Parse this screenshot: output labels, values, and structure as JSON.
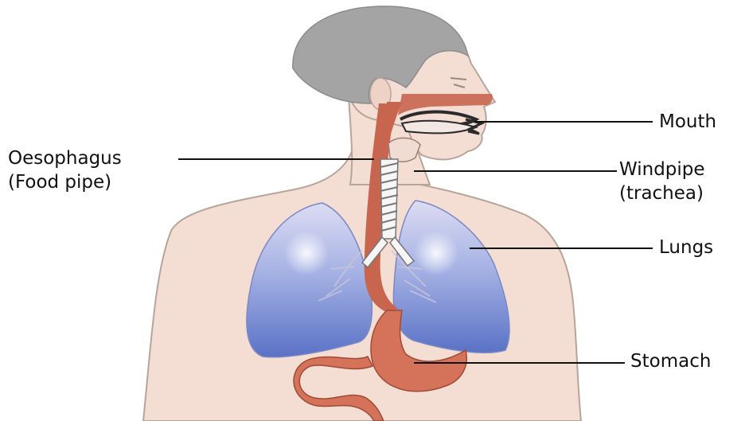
{
  "labels": {
    "mouth": "Mouth",
    "oesophagus": "Oesophagus",
    "oesophagus_sub": "(Food pipe)",
    "windpipe": "Windpipe",
    "windpipe_sub": "(trachea)",
    "lungs": "Lungs",
    "stomach": "Stomach"
  },
  "colors": {
    "skin": "#f4ddd3",
    "skin_outline": "#b7a49a",
    "hair": "#a4a4a4",
    "tract": "#c8654f",
    "lung_light": "#d4d4f0",
    "lung_dark": "#5a72c6",
    "leader_line": "#111111"
  }
}
